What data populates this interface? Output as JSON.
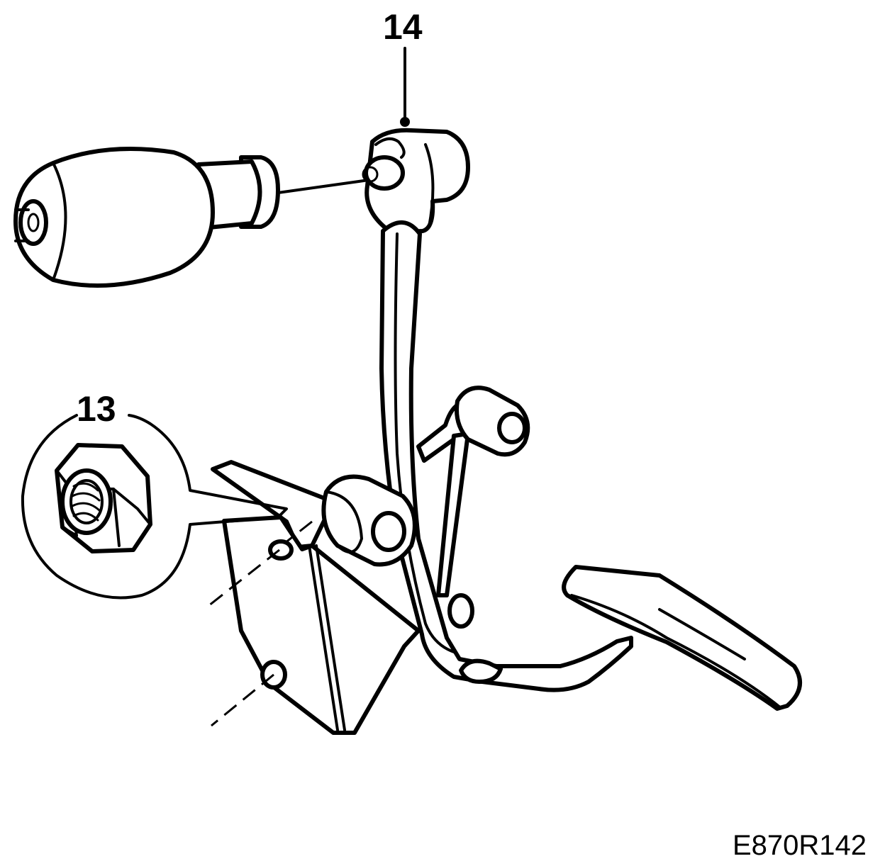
{
  "callouts": {
    "c14": "14",
    "c13": "13"
  },
  "figure_id": "E870R142",
  "icons": {
    "pedal": "pedal-assembly-icon",
    "nut": "hex-nut-icon",
    "knob": "rubber-bushing-icon"
  }
}
